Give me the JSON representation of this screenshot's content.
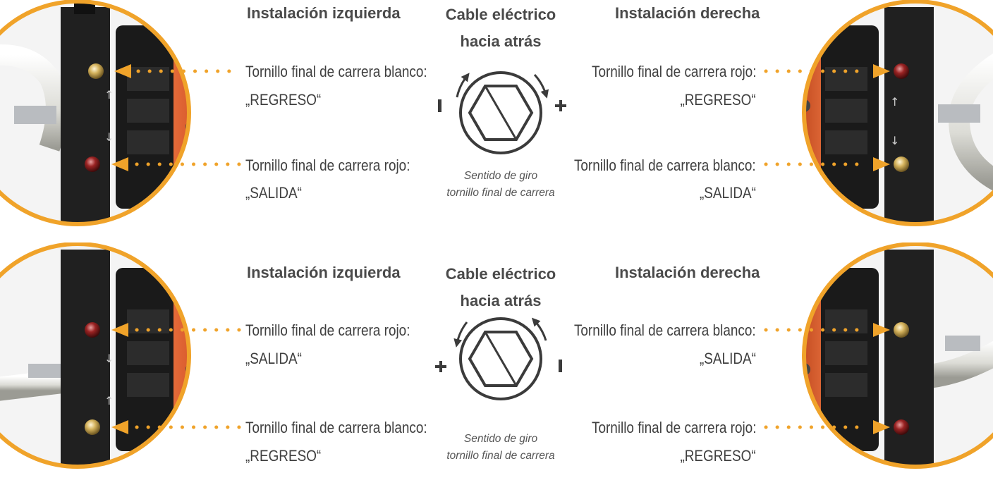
{
  "panels": [
    {
      "id": "top",
      "left_heading": "Instalación izquierda",
      "center_heading_line1": "Cable eléctrico",
      "center_heading_line2": "hacia atrás",
      "right_heading": "Instalación derecha",
      "left_label_1_line1": "Tornillo final de carrera blanco:",
      "left_label_1_line2": "„REGRESO“",
      "left_label_2_line1": "Tornillo final de carrera rojo:",
      "left_label_2_line2": "„SALIDA“",
      "right_label_1_line1": "Tornillo final de carrera rojo:",
      "right_label_1_line2": "„REGRESO“",
      "right_label_2_line1": "Tornillo final de carrera blanco:",
      "right_label_2_line2": "„SALIDA“",
      "rotation_left_symbol": "minus",
      "rotation_right_symbol": "plus",
      "caption_line1": "Sentido de giro",
      "caption_line2": "tornillo final de carrera"
    },
    {
      "id": "bottom",
      "left_heading": "Instalación izquierda",
      "center_heading_line1": "Cable eléctrico",
      "center_heading_line2": "hacia atrás",
      "right_heading": "Instalación derecha",
      "left_label_1_line1": "Tornillo final de carrera rojo:",
      "left_label_1_line2": "„SALIDA“",
      "left_label_2_line1": "Tornillo final de carrera blanco:",
      "left_label_2_line2": "„REGRESO“",
      "right_label_1_line1": "Tornillo final de carrera blanco:",
      "right_label_1_line2": "„SALIDA“",
      "right_label_2_line1": "Tornillo final de carrera rojo:",
      "right_label_2_line2": "„REGRESO“",
      "rotation_left_symbol": "plus",
      "rotation_right_symbol": "minus",
      "caption_line1": "Sentido de giro",
      "caption_line2": "tornillo final de carrera"
    }
  ],
  "colors": {
    "accent_orange": "#f0a32a",
    "motor_orange": "#e5683a",
    "housing_black": "#1e1e1e",
    "text_gray": "#3f3f3f",
    "screw_white": "#c9a24a",
    "screw_red": "#8a1c1c"
  },
  "icons": [
    "hex-screw-icon",
    "rotate-arrow-icon",
    "plus-icon",
    "minus-icon",
    "motor-photo"
  ]
}
